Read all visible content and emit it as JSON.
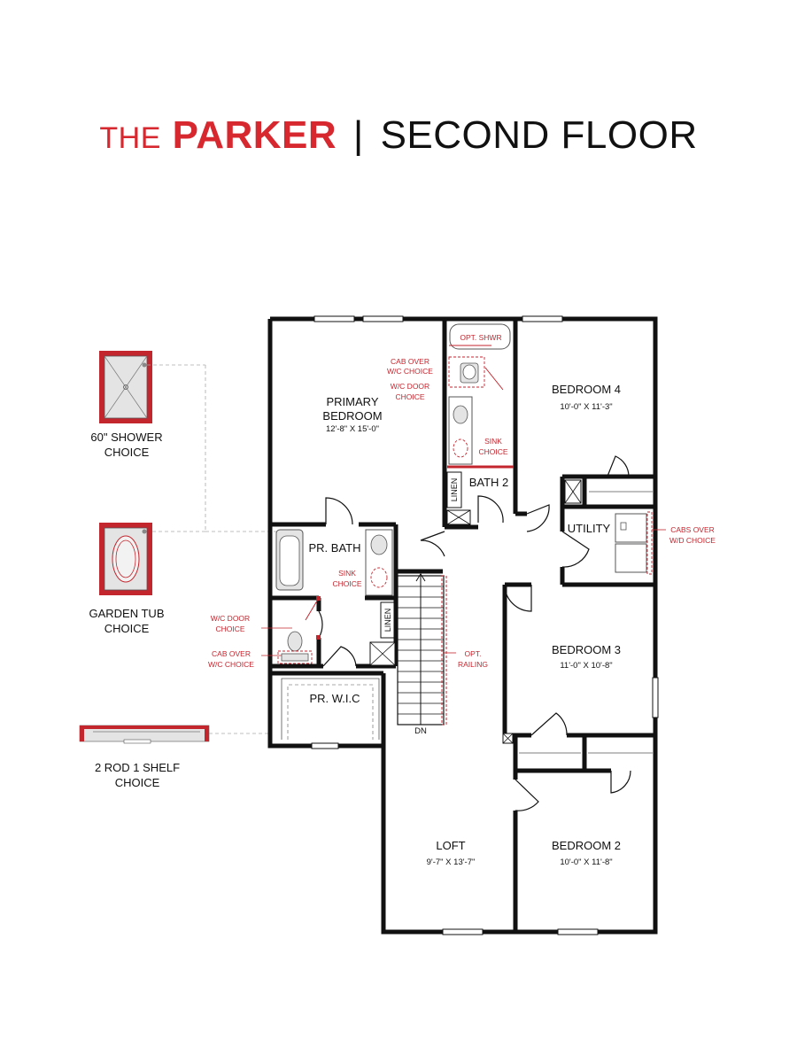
{
  "header": {
    "the": "THE",
    "name": "PARKER",
    "separator": "|",
    "subtitle": "SECOND FLOOR"
  },
  "rooms": {
    "primary_bedroom": {
      "line1": "PRIMARY",
      "line2": "BEDROOM",
      "dims": "12'-8\" X 15'-0\""
    },
    "bedroom4": {
      "name": "BEDROOM 4",
      "dims": "10'-0\" X 11'-3\""
    },
    "bedroom3": {
      "name": "BEDROOM 3",
      "dims": "11'-0\" X 10'-8\""
    },
    "bedroom2": {
      "name": "BEDROOM 2",
      "dims": "10'-0\" X 11'-8\""
    },
    "loft": {
      "name": "LOFT",
      "dims": "9'-7\" X 13'-7\""
    },
    "pr_bath": "PR. BATH",
    "pr_wic": "PR. W.I.C",
    "bath2": "BATH 2",
    "utility": "UTILITY",
    "linen_bath2": "LINEN",
    "linen_prbath": "LINEN",
    "stairs_down": "DN"
  },
  "options": {
    "opt_shwr": "OPT. SHWR",
    "cab_over_wc_top": [
      "CAB OVER",
      "W/C CHOICE"
    ],
    "wc_door_top": [
      "W/C DOOR",
      "CHOICE"
    ],
    "sink_choice_bath2": [
      "SINK",
      "CHOICE"
    ],
    "cabs_over_wd": [
      "CABS OVER",
      "W/D CHOICE"
    ],
    "sink_choice_prbath": [
      "SINK",
      "CHOICE"
    ],
    "wc_door_left": [
      "W/C DOOR",
      "CHOICE"
    ],
    "cab_over_wc_left": [
      "CAB OVER",
      "W/C CHOICE"
    ],
    "opt_railing": [
      "OPT.",
      "RAILING"
    ]
  },
  "choices": {
    "shower": [
      "60\" SHOWER",
      "CHOICE"
    ],
    "garden_tub": [
      "GARDEN TUB",
      "CHOICE"
    ],
    "rod_shelf": [
      "2 ROD 1 SHELF",
      "CHOICE"
    ]
  },
  "colors": {
    "accent": "#d7282f",
    "option_red": "#c4262e",
    "wall": "#111111",
    "fixture_fill": "#e4e4e4"
  }
}
